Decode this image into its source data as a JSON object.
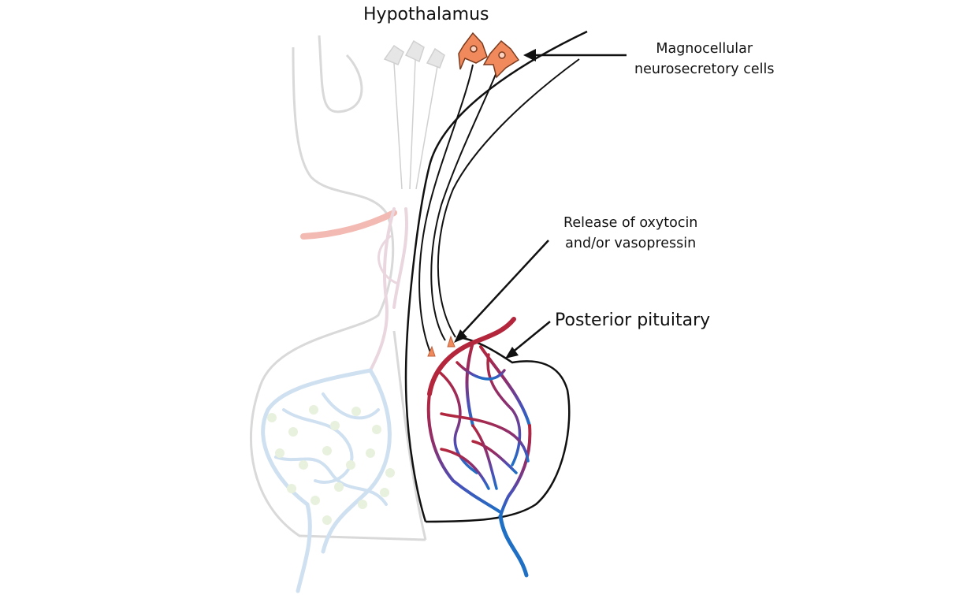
{
  "labels": {
    "hypothalamus": "Hypothalamus",
    "magnocellular_line1": "Magnocellular",
    "magnocellular_line2": "neurosecretory cells",
    "release_line1": "Release of oxytocin",
    "release_line2": "and/or vasopressin",
    "posterior_pituitary": "Posterior pituitary"
  },
  "colors": {
    "outline": "#111111",
    "neuron_fill": "#f08a5d",
    "vessel_arterial": "#b3263c",
    "vessel_venous": "#1f6fc4",
    "faded_outline": "#d8d8d8",
    "faded_vessel": "#c8ddf0",
    "faded_artery": "#f2b8b0",
    "faded_cells": "#e6f0dc"
  }
}
